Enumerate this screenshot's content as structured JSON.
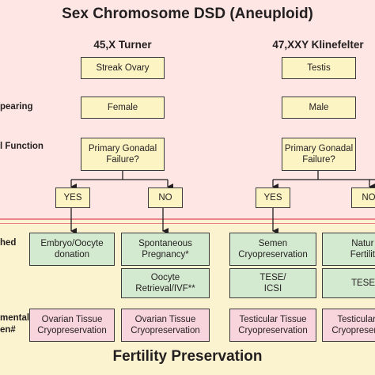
{
  "title": "Sex Chromosome DSD (Aneuploid)",
  "footer": "Fertility Preservation",
  "row_labels": {
    "appearing": "pearing",
    "function": "l Function",
    "established": "hed",
    "experimental_line1": "mental",
    "experimental_line2": "en#"
  },
  "turner": {
    "heading": "45,X Turner",
    "gonad": "Streak Ovary",
    "appearance": "Female",
    "function": "Primary Gonadal\nFailure?",
    "yes": "YES",
    "no": "NO",
    "yes_established": "Embryo/Oocyte\ndonation",
    "no_established": "Spontaneous\nPregnancy*",
    "no_established2": "Oocyte\nRetrieval/IVF**",
    "yes_experimental": "Ovarian Tissue\nCryopreservation",
    "no_experimental": "Ovarian Tissue\nCryopreservation"
  },
  "klinefelter": {
    "heading": "47,XXY Klinefelter",
    "gonad": "Testis",
    "appearance": "Male",
    "function": "Primary Gonadal\nFailure?",
    "yes": "YES",
    "no": "NO",
    "yes_established": "Semen\nCryopreservation",
    "no_established": "Natur\nFertilit",
    "yes_established2": "TESE/\nICSI",
    "no_established2": "TESE",
    "yes_experimental": "Testicular Tissue\nCryopreservation",
    "no_experimental": "Testicular\nCryopreserv"
  },
  "colors": {
    "top_band": "#fde6e3",
    "bottom_band": "#fbf3cf",
    "divider": "#e8838c",
    "question_box": "#fdf4c4",
    "established_box": "#d4ead0",
    "experimental_box": "#f8d4dc"
  }
}
